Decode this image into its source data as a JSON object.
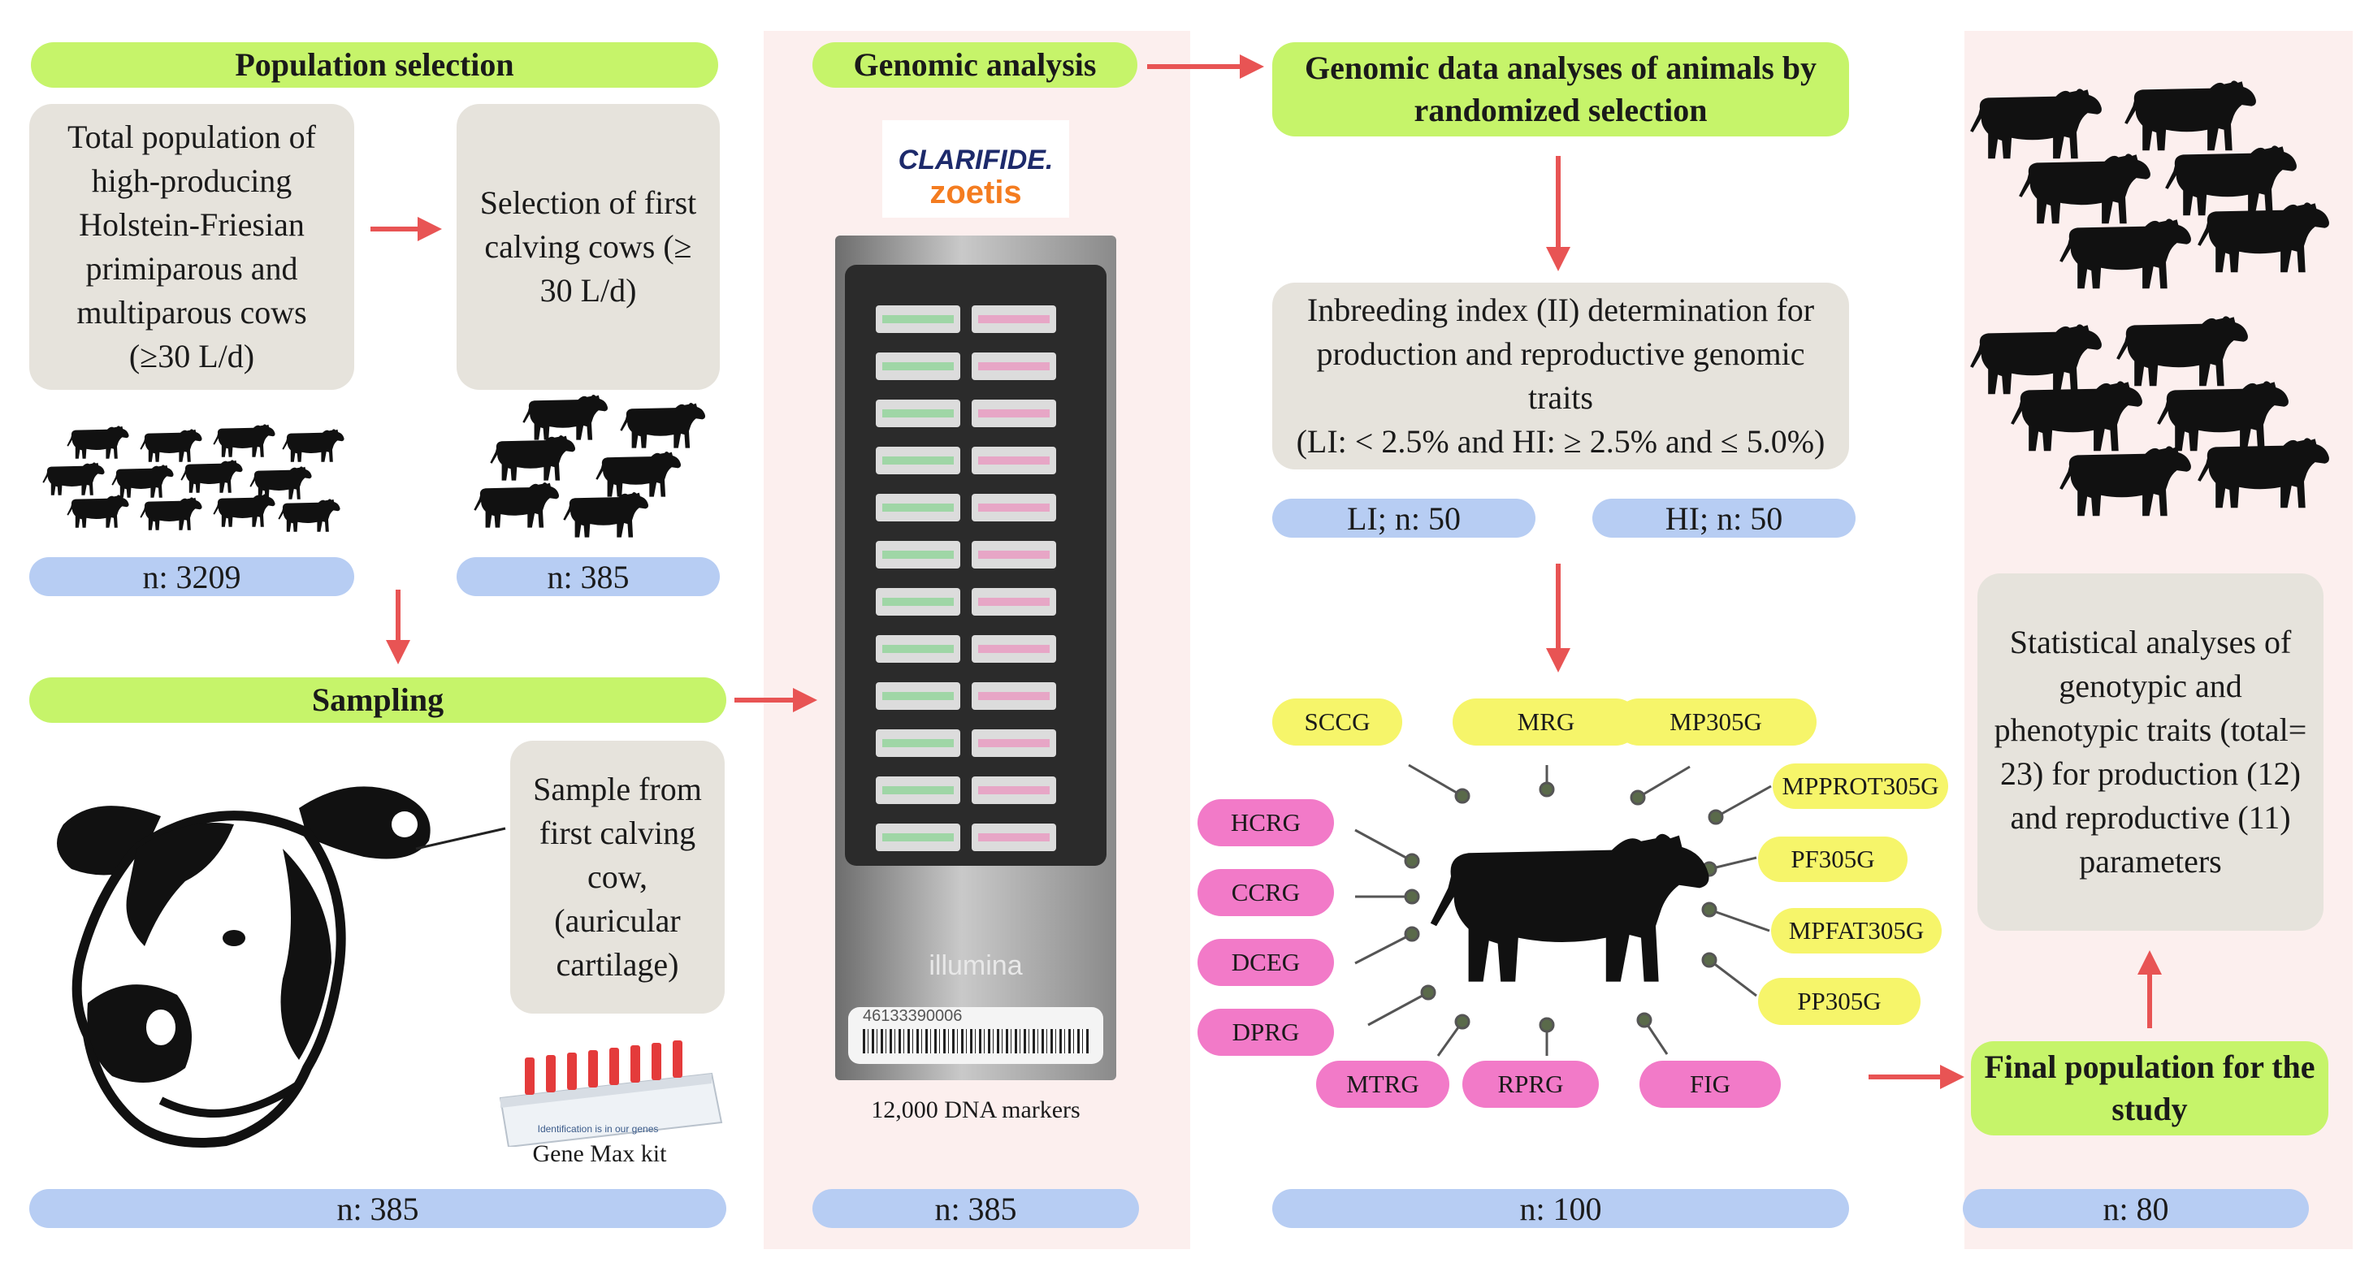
{
  "colors": {
    "green_bar": "#c6f46a",
    "blue_bar": "#b7cdf3",
    "grey_box": "#e6e3dc",
    "yellow_trait": "#f6f56a",
    "pink_trait": "#f27ac8",
    "arrow": "#e85454",
    "column_bg": "#fcefee"
  },
  "col1": {
    "title": "Population selection",
    "total_box": "Total population of high-producing Holstein-Friesian primiparous and multiparous cows (≥30 L/d)",
    "selection_box": "Selection of first calving cows (≥ 30 L/d)",
    "n_total": "n: 3209",
    "n_selected": "n: 385",
    "sampling_title": "Sampling",
    "sample_box": "Sample from first calving cow, (auricular cartilage)",
    "kit_label": "Gene Max kit",
    "kit_text": "Identification is in our genes",
    "n_bottom": "n: 385"
  },
  "col2": {
    "title": "Genomic analysis",
    "logo_clarifide": "CLARIFIDE.",
    "logo_zoetis": "zoetis",
    "chip_brand": "illumina",
    "barcode_number": "46133390006",
    "markers": "12,000 DNA markers",
    "n_bottom": "n: 385"
  },
  "col3": {
    "title": "Genomic data analyses of animals by randomized selection",
    "inbreeding_box": "Inbreeding index (II)  determination for production and reproductive genomic traits",
    "inbreeding_range": "(LI: < 2.5% and HI: ≥ 2.5% and ≤ 5.0%)",
    "li": "LI; n: 50",
    "hi": "HI; n: 50",
    "traits_yellow": [
      "SCCG",
      "MRG",
      "MP305G",
      "MPPROT305G",
      "PF305G",
      "MPFAT305G",
      "PP305G"
    ],
    "traits_pink": [
      "HCRG",
      "CCRG",
      "DCEG",
      "DPRG",
      "MTRG",
      "RPRG",
      "FIG"
    ],
    "n_bottom": "n: 100"
  },
  "col4": {
    "stats_box": "Statistical analyses of genotypic and phenotypic traits (total= 23) for production (12) and reproductive (11) parameters",
    "final_box": "Final population for the study",
    "n_bottom": "n: 80"
  },
  "icons": [
    "cow-herd-icon",
    "cow-head-icon",
    "sample-kit-icon",
    "dna-chip-icon",
    "cow-silhouette-icon",
    "arrow-icon"
  ]
}
